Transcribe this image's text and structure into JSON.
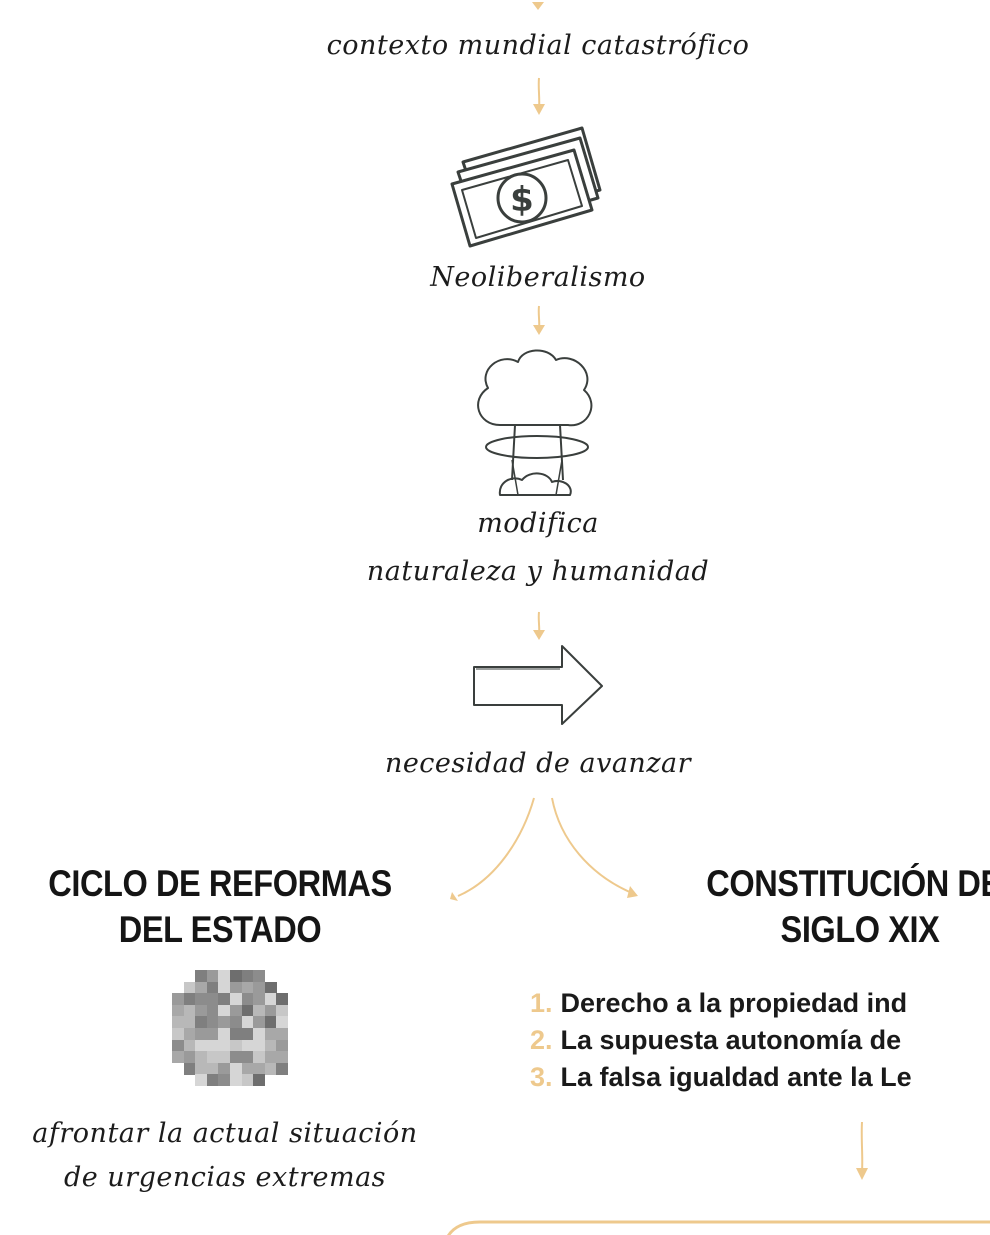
{
  "nodes": {
    "contexto": "contexto mundial catastrófico",
    "neoliberalismo": "Neoliberalismo",
    "modifica_line1": "modifica",
    "modifica_line2": "naturaleza y humanidad",
    "necesidad": "necesidad de avanzar",
    "afrontar_line1": "afrontar la actual situación",
    "afrontar_line2": "de urgencias extremas"
  },
  "headings": {
    "ciclo_line1": "CICLO DE REFORMAS",
    "ciclo_line2": "DEL ESTADO",
    "constitucion_line1": "CONSTITUCIÓN DE",
    "constitucion_line2": "SIGLO XIX"
  },
  "principles": [
    {
      "number": "1.",
      "text": "Derecho a la propiedad ind"
    },
    {
      "number": "2.",
      "text": "La supuesta autonomía de"
    },
    {
      "number": "3.",
      "text": "La falsa igualdad ante la Le"
    }
  ],
  "icons": {
    "money": "money-bills-icon",
    "explosion": "mushroom-cloud-icon",
    "arrow": "right-arrow-icon",
    "pixelated": "pixelated-image"
  },
  "colors": {
    "connector": "#eec98d",
    "icon_stroke": "#3a3f3d",
    "text": "#1c1c1c"
  }
}
